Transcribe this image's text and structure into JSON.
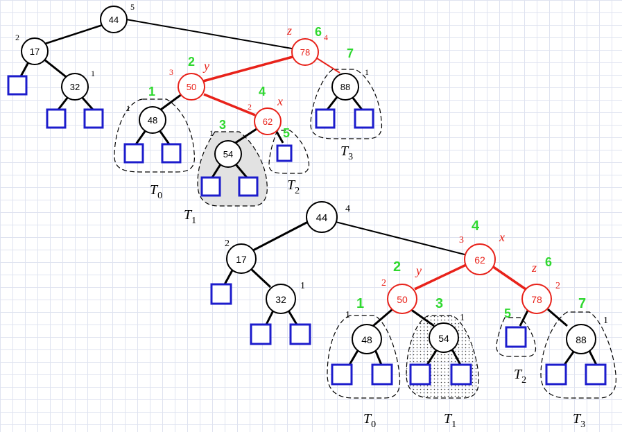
{
  "colors": {
    "black": "#000000",
    "red": "#e8221a",
    "green": "#2fd82f",
    "blue": "#1c1ccc",
    "gray": "#e2e2e2"
  },
  "top": {
    "nodes": [
      {
        "id": "t44",
        "value": "44",
        "color": "black",
        "height": "5"
      },
      {
        "id": "t17",
        "value": "17",
        "color": "black",
        "height": "2"
      },
      {
        "id": "t32",
        "value": "32",
        "color": "black",
        "height": "1"
      },
      {
        "id": "t78",
        "value": "78",
        "color": "red",
        "height": "4",
        "role": "z",
        "order": "6"
      },
      {
        "id": "t50",
        "value": "50",
        "color": "red",
        "height": "3",
        "role": "y",
        "order": "2"
      },
      {
        "id": "t62",
        "value": "62",
        "color": "red",
        "height": "2",
        "role": "x",
        "order": "4"
      },
      {
        "id": "t48",
        "value": "48",
        "color": "black",
        "height": "1",
        "order": "1"
      },
      {
        "id": "t54",
        "value": "54",
        "color": "black",
        "height": "1",
        "order": "3"
      },
      {
        "id": "t88",
        "value": "88",
        "color": "black",
        "height": "1",
        "order": "7"
      }
    ],
    "extra_order": "5",
    "subtrees": [
      {
        "label": "T",
        "sub": "0"
      },
      {
        "label": "T",
        "sub": "1"
      },
      {
        "label": "T",
        "sub": "2"
      },
      {
        "label": "T",
        "sub": "3"
      }
    ]
  },
  "bottom": {
    "nodes": [
      {
        "id": "b44",
        "value": "44",
        "color": "black",
        "height": "4"
      },
      {
        "id": "b17",
        "value": "17",
        "color": "black",
        "height": "2"
      },
      {
        "id": "b32",
        "value": "32",
        "color": "black",
        "height": "1"
      },
      {
        "id": "b62",
        "value": "62",
        "color": "red",
        "height": "3",
        "role": "x",
        "order": "4"
      },
      {
        "id": "b50",
        "value": "50",
        "color": "red",
        "height": "2",
        "role": "y",
        "order": "2"
      },
      {
        "id": "b78",
        "value": "78",
        "color": "red",
        "height": "2",
        "role": "z",
        "order": "6"
      },
      {
        "id": "b48",
        "value": "48",
        "color": "black",
        "height": "1",
        "order": "1"
      },
      {
        "id": "b54",
        "value": "54",
        "color": "black",
        "height": "1",
        "order": "3"
      },
      {
        "id": "b88",
        "value": "88",
        "color": "black",
        "height": "1",
        "order": "7"
      }
    ],
    "extra_order": "5",
    "subtrees": [
      {
        "label": "T",
        "sub": "0"
      },
      {
        "label": "T",
        "sub": "1"
      },
      {
        "label": "T",
        "sub": "2"
      },
      {
        "label": "T",
        "sub": "3"
      }
    ]
  }
}
